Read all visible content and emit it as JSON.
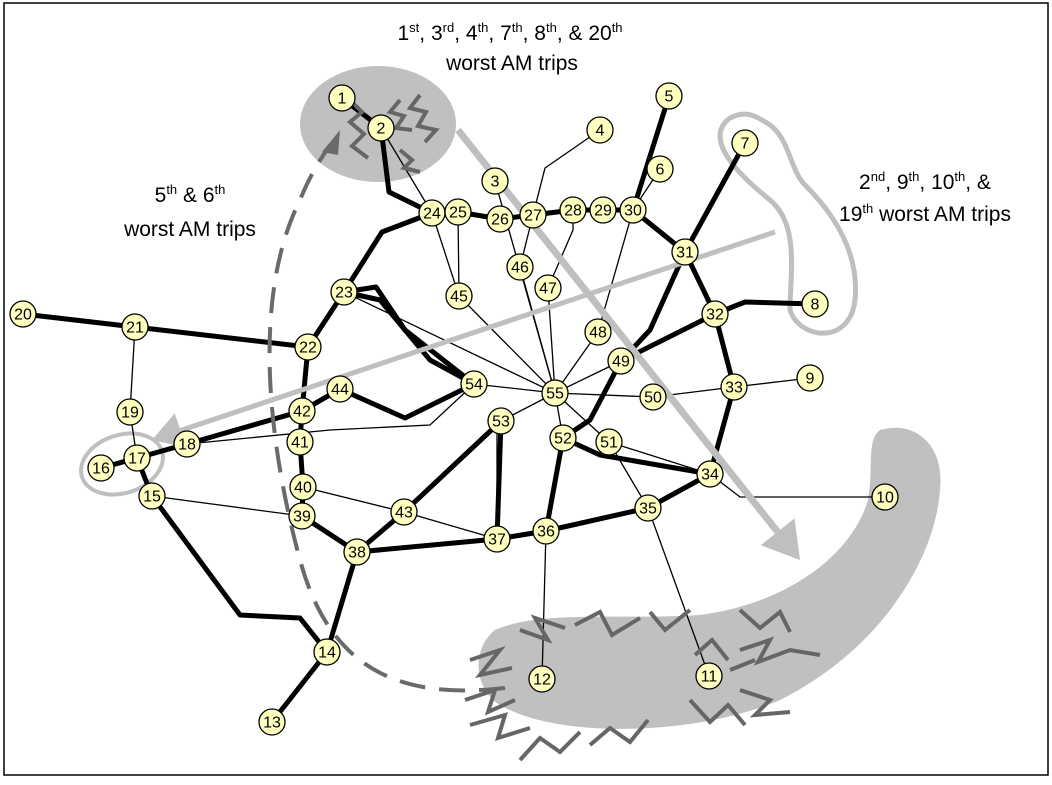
{
  "annotations": {
    "top": {
      "line1": [
        {
          "n": "1",
          "s": "st",
          "sep": ", "
        },
        {
          "n": "3",
          "s": "rd",
          "sep": ", "
        },
        {
          "n": "4",
          "s": "th",
          "sep": ", "
        },
        {
          "n": "7",
          "s": "th",
          "sep": ", "
        },
        {
          "n": "8",
          "s": "th",
          "sep": ",  & "
        },
        {
          "n": "20",
          "s": "th",
          "sep": ""
        }
      ],
      "line2": "worst AM trips"
    },
    "left": {
      "line1": [
        {
          "n": "5",
          "s": "th",
          "sep": " & "
        },
        {
          "n": "6",
          "s": "th",
          "sep": ""
        }
      ],
      "line2": "worst AM trips"
    },
    "right": {
      "line1": [
        {
          "n": "2",
          "s": "nd",
          "sep": ", "
        },
        {
          "n": "9",
          "s": "th",
          "sep": ", "
        },
        {
          "n": "10",
          "s": "th",
          "sep": ", &"
        }
      ],
      "line2_parts": [
        {
          "n": "19",
          "s": "th",
          "sep": " worst AM trips"
        }
      ]
    }
  },
  "colors": {
    "node_fill": "#ffffc0",
    "highlight_fill": "#c0c0c0",
    "arrow_gray": "#bfbfbf",
    "dashed_gray": "#6a6a6a",
    "line_black": "#000000"
  },
  "nodes": [
    "1",
    "2",
    "3",
    "4",
    "5",
    "6",
    "7",
    "8",
    "9",
    "10",
    "11",
    "12",
    "13",
    "14",
    "15",
    "16",
    "17",
    "18",
    "19",
    "20",
    "21",
    "22",
    "23",
    "24",
    "25",
    "26",
    "27",
    "28",
    "29",
    "30",
    "31",
    "32",
    "33",
    "34",
    "35",
    "36",
    "37",
    "38",
    "39",
    "40",
    "41",
    "42",
    "43",
    "44",
    "45",
    "46",
    "47",
    "48",
    "49",
    "50",
    "51",
    "52",
    "53",
    "54",
    "55"
  ]
}
